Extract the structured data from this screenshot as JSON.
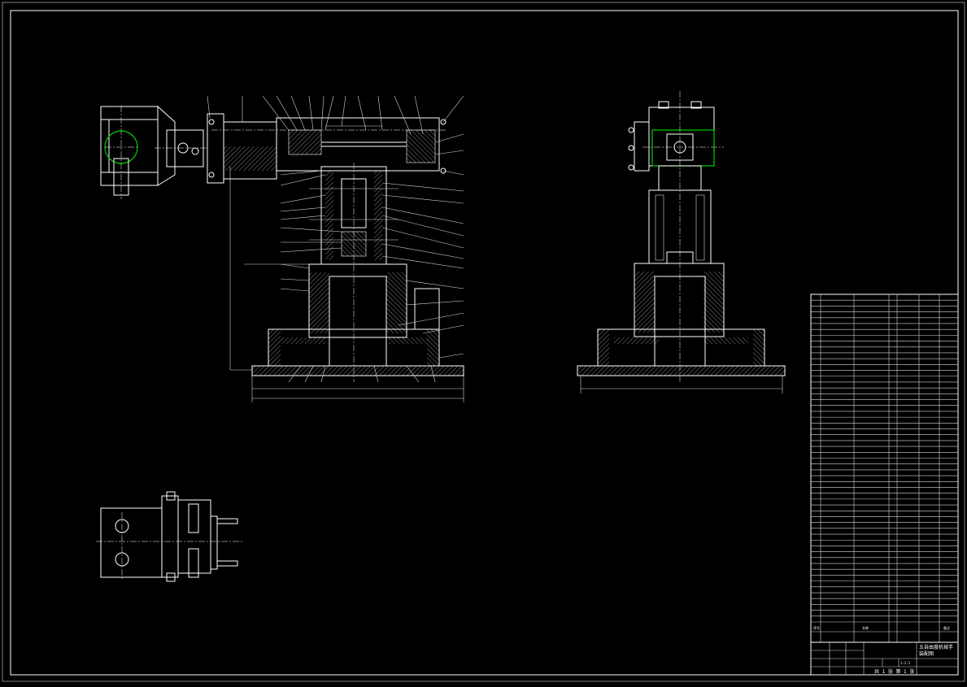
{
  "drawing": {
    "title_line1": "五自由度机械手",
    "title_line2": "装配图",
    "sheet_info": "共 1 张  第 1 张",
    "scale": "1:2.5",
    "col_seq": "序号",
    "col_name": "名称",
    "col_note": "备注"
  },
  "colors": {
    "line": "#ffffff",
    "highlight": "#00d000",
    "background": "#000000"
  }
}
